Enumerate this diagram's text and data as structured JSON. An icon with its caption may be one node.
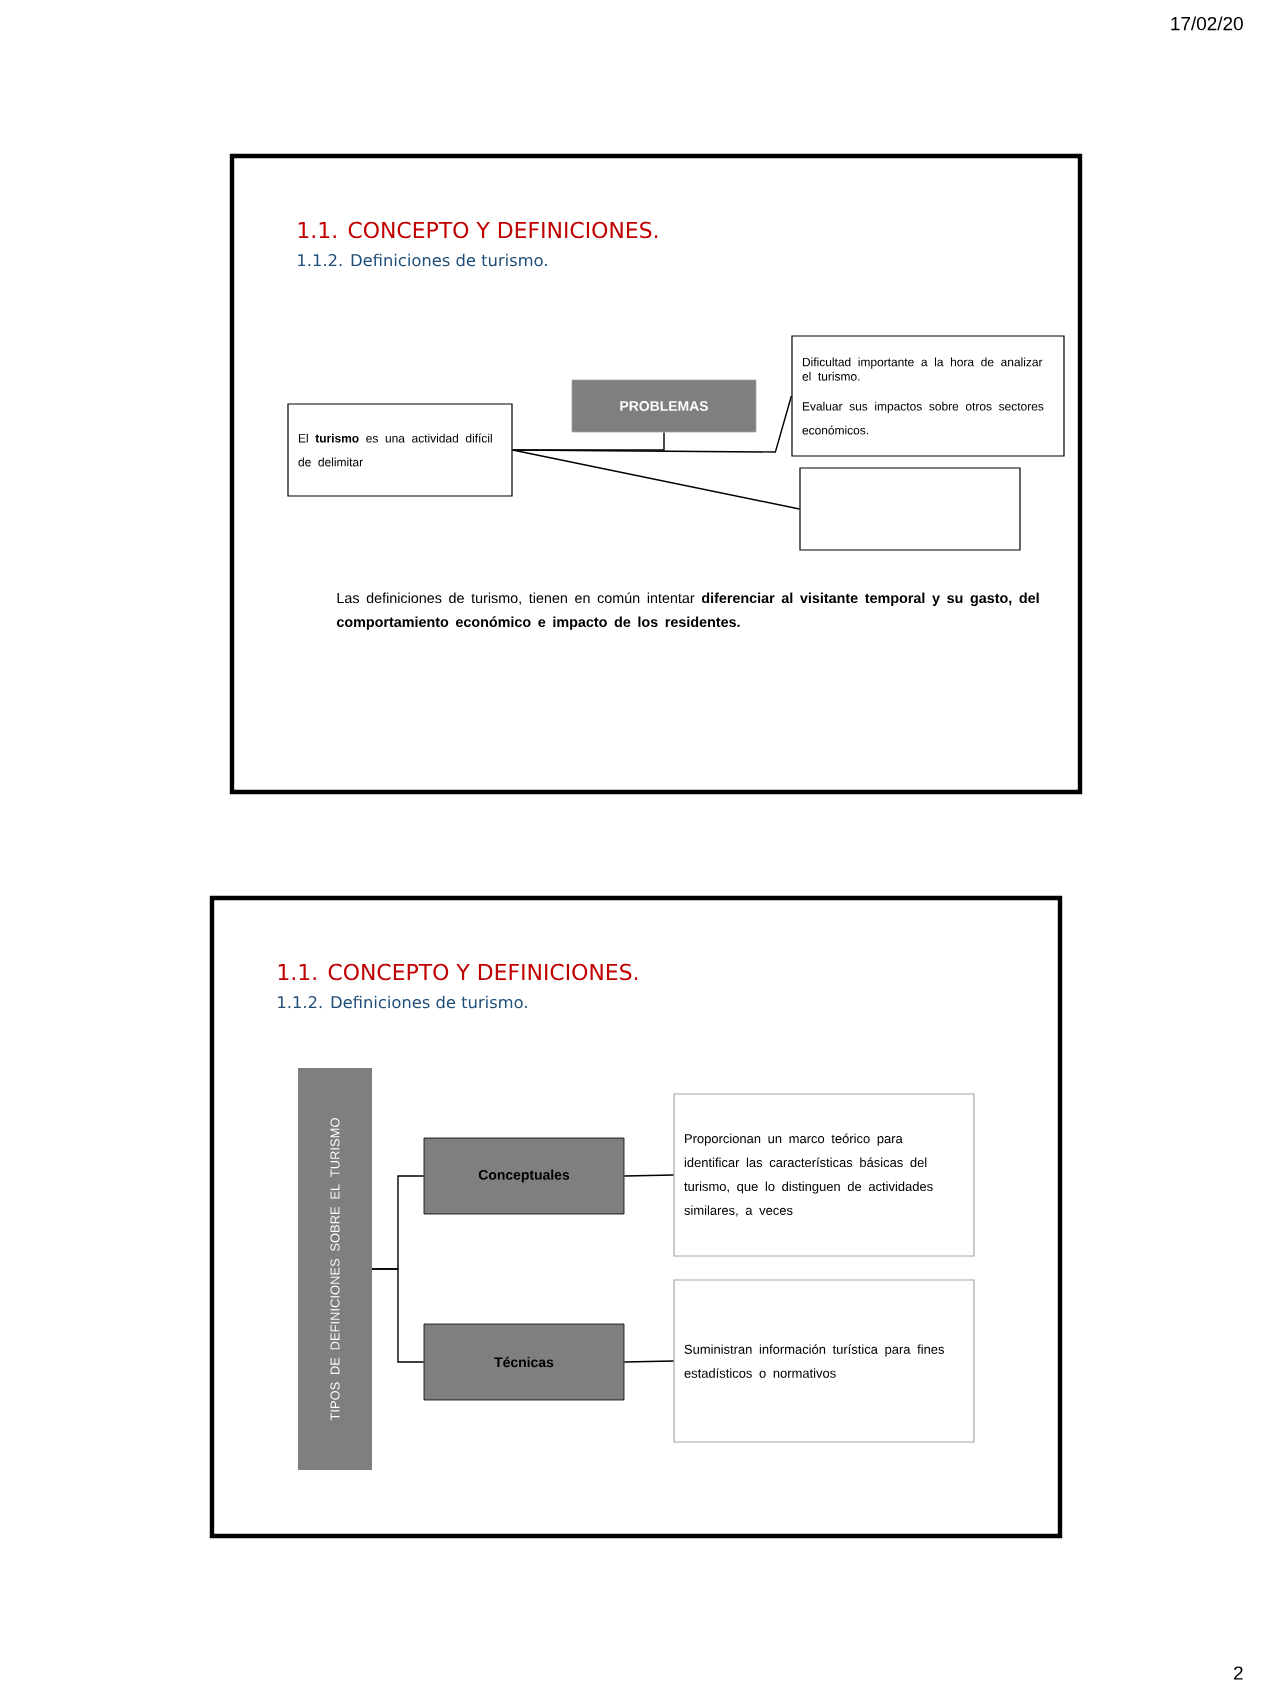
{
  "diagram": {
    "nodes": [
      {
        "text": [
          "1.1. CONCEPTO Y DEFINICIONES.",
          "1.1.2. Definiciones de turismo."
        ]
      },
      {
        "text": [
          "El **turismo** es una actividad difícil de delimitar"
        ],
        "in": 0
      },
      {
        "text": [
          "PROBLEMAS"
        ],
        "in": 0
      },
      {
        "text": [
          "Dificultad importante a la hora de analizar el turismo.",
          "Evaluar sus impactos sobre otros sectores económicos."
        ],
        "in": 0
      },
      {
        "text": [],
        "shape": "box",
        "in": 0
      },
      {
        "text": [
          "1.1. CONCEPTO Y DEFINICIONES.",
          "1.1.2. Definiciones de turismo."
        ]
      },
      {
        "text": [
          "TIPOS DE DEFINICIONES SOBRE EL TURISMO"
        ],
        "in": 5
      },
      {
        "text": [
          "Conceptuales"
        ],
        "in": 5
      },
      {
        "text": [
          "Técnicas"
        ],
        "in": 5
      },
      {
        "text": [
          "Proporcionan un marco teórico para identificar las características básicas del turismo, que lo distinguen de actividades similares, a veces"
        ],
        "in": 5
      },
      {
        "text": [
          "Suministran información turística para fines estadísticos o normativos"
        ],
        "in": 5
      }
    ],
    "edges": [
      {
        "from": 1,
        "to": 2,
        "arrow": "none"
      },
      {
        "from": 1,
        "to": 3,
        "arrow": "none"
      },
      {
        "from": 1,
        "to": 4,
        "arrow": "none"
      },
      {
        "from": 6,
        "to": 7,
        "arrow": "none"
      },
      {
        "from": 6,
        "to": 8,
        "arrow": "none"
      },
      {
        "from": 7,
        "to": 9,
        "arrow": "none"
      },
      {
        "from": 8,
        "to": 10,
        "arrow": "none"
      }
    ],
    "labels": [
      "17/02/20",
      "Las definiciones de turismo, tienen en común intentar **diferenciar al visitante temporal y su gasto, del comportamiento económico e impacto de los residentes.**",
      "2"
    ]
  }
}
